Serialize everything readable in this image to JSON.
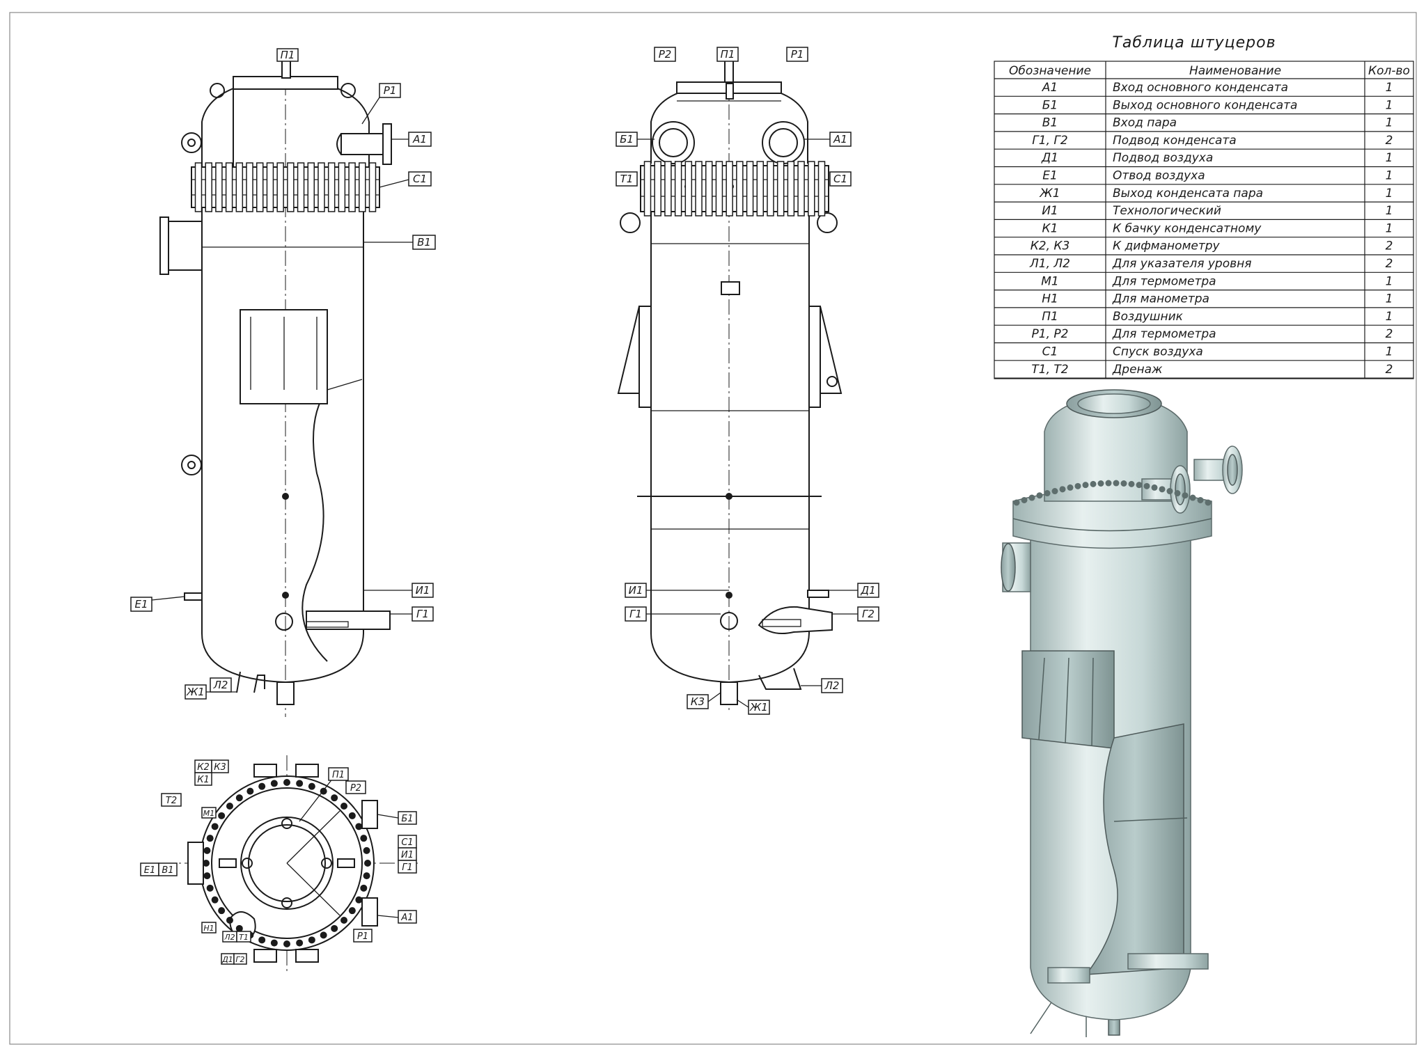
{
  "table": {
    "title": "Таблица штуцеров",
    "headers": [
      "Обозначение",
      "Наименование",
      "Кол-во"
    ],
    "rows": [
      {
        "code": "А1",
        "name": "Вход основного конденсата",
        "qty": "1"
      },
      {
        "code": "Б1",
        "name": "Выход основного конденсата",
        "qty": "1"
      },
      {
        "code": "В1",
        "name": "Вход пара",
        "qty": "1"
      },
      {
        "code": "Г1, Г2",
        "name": "Подвод конденсата",
        "qty": "2"
      },
      {
        "code": "Д1",
        "name": "Подвод воздуха",
        "qty": "1"
      },
      {
        "code": "Е1",
        "name": "Отвод воздуха",
        "qty": "1"
      },
      {
        "code": "Ж1",
        "name": "Выход конденсата пара",
        "qty": "1"
      },
      {
        "code": "И1",
        "name": "Технологический",
        "qty": "1"
      },
      {
        "code": "К1",
        "name": "К бачку конденсатному",
        "qty": "1"
      },
      {
        "code": "К2, К3",
        "name": "К дифманометру",
        "qty": "2"
      },
      {
        "code": "Л1, Л2",
        "name": "Для указателя уровня",
        "qty": "2"
      },
      {
        "code": "М1",
        "name": "Для термометра",
        "qty": "1"
      },
      {
        "code": "Н1",
        "name": "Для манометра",
        "qty": "1"
      },
      {
        "code": "П1",
        "name": "Воздушник",
        "qty": "1"
      },
      {
        "code": "Р1, Р2",
        "name": "Для термометра",
        "qty": "2"
      },
      {
        "code": "С1",
        "name": "Спуск воздуха",
        "qty": "1"
      },
      {
        "code": "Т1, Т2",
        "name": "Дренаж",
        "qty": "2"
      }
    ]
  },
  "side_view_labels": {
    "p1_top": "П1",
    "r1": "Р1",
    "a1": "А1",
    "c1": "С1",
    "v1": "В1",
    "e1": "Е1",
    "i1": "И1",
    "g1": "Г1",
    "zh1": "Ж1",
    "l2": "Л2"
  },
  "front_view_labels": {
    "r2": "Р2",
    "p1": "П1",
    "r1": "Р1",
    "b1": "Б1",
    "a1": "А1",
    "t1": "Т1",
    "c1": "С1",
    "i1": "И1",
    "d1": "Д1",
    "g1": "Г1",
    "g2": "Г2",
    "k3": "К3",
    "zh1": "Ж1",
    "l2": "Л2"
  },
  "plan_view_labels": {
    "k2": "К2",
    "k3": "К3",
    "k1": "К1",
    "t2": "Т2",
    "m1": "М1",
    "p1": "П1",
    "r2": "Р2",
    "b1": "Б1",
    "c1": "С1",
    "i1": "И1",
    "g1": "Г1",
    "e1": "Е1",
    "v1": "В1",
    "a1": "А1",
    "n1": "Н1",
    "l2": "Л2",
    "t1": "Т1",
    "r1": "Р1",
    "d1": "Д1",
    "g2": "Г2"
  },
  "colors": {
    "line": "#1b1b1b",
    "metal": "#cfe0df",
    "background": "#ffffff"
  }
}
